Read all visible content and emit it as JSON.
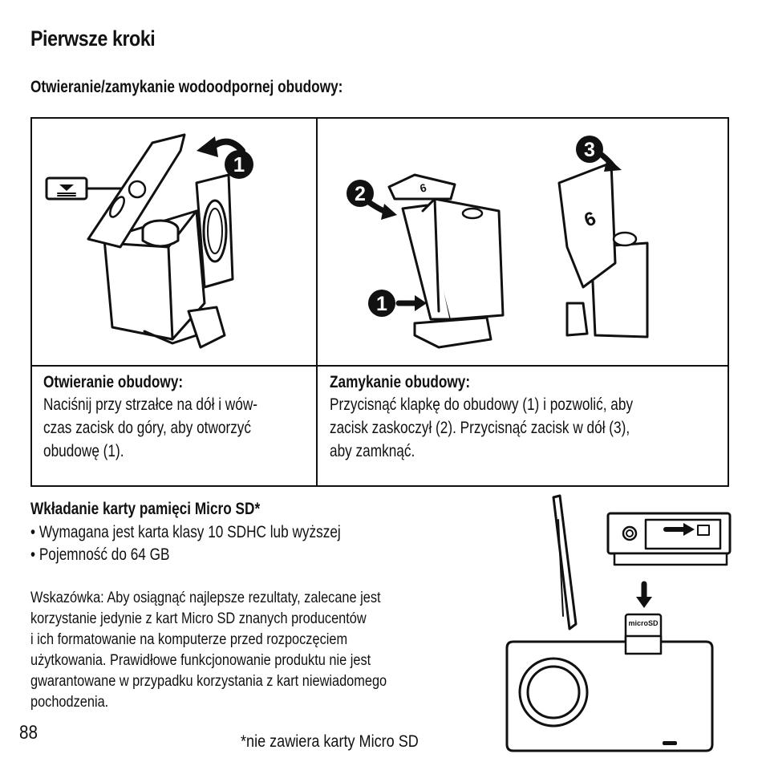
{
  "page": {
    "title": "Pierwsze kroki",
    "section1_title": "Otwieranie/zamykanie wodoodpornej obudowy:",
    "opening": {
      "title": "Otwieranie obudowy:",
      "lines": [
        "Naciśnij przy strzałce na dół i wów-",
        "czas zacisk do góry, aby otworzyć",
        "obudowę (1)."
      ]
    },
    "closing": {
      "title": "Zamykanie obudowy:",
      "lines": [
        "Przycisnąć klapkę do obudowy (1) i pozwolić, aby",
        "zacisk zaskoczył (2). Przycisnąć zacisk w dół (3),",
        "aby zamknąć."
      ]
    },
    "section2_title": "Wkładanie karty pamięci Micro SD*",
    "bullets": [
      "• Wymagana jest karta klasy 10 SDHC lub wyższej",
      "• Pojemność do 64 GB"
    ],
    "tip_lines": [
      "Wskazówka: Aby osiągnąć najlepsze rezultaty, zalecane jest",
      "korzystanie jedynie z kart Micro SD znanych producentów",
      "i ich formatowanie na komputerze przed rozpoczęciem",
      "użytkowania. Prawidłowe funkcjonowanie produktu nie jest",
      "gwarantowane w przypadku korzystania z kart niewiadomego",
      "pochodzenia."
    ],
    "page_number": "88",
    "footnote": "*nie zawiera karty Micro SD"
  },
  "illustrations": {
    "badge_1": "1",
    "badge_2": "2",
    "badge_3": "3",
    "card_label": "microSD"
  }
}
